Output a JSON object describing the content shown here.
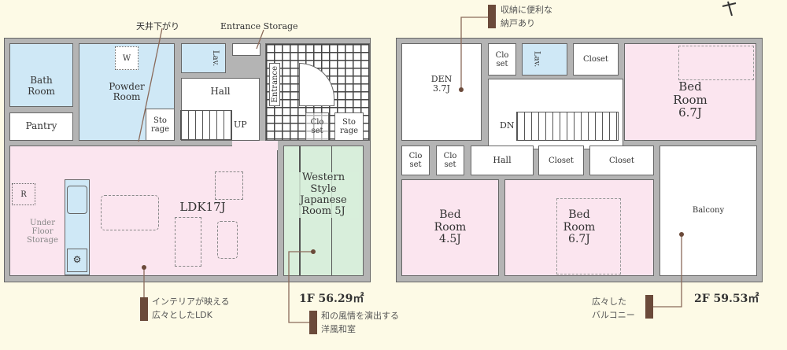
{
  "floor1": {
    "area": "1F 56.29㎡",
    "rooms": {
      "bath": "Bath Room",
      "powder": "Powder Room",
      "lav": "Lav.",
      "hall": "Hall",
      "up": "UP",
      "entrance": "Entrance",
      "closet": "Clo set",
      "storage1": "Sto rage",
      "storage2": "Sto rage",
      "pantry": "Pantry",
      "ldk": "LDK17J",
      "under_floor": "Under Floor Storage",
      "western": "Western Style Japanese Room 5J",
      "w": "W",
      "r": "R"
    },
    "labels": {
      "ceiling": "天井下がり",
      "entrance_storage": "Entrance Storage"
    },
    "notes": {
      "ldk": "インテリアが映える\n広々としたLDK",
      "japanese": "和の風情を演出する\n洋風和室"
    }
  },
  "floor2": {
    "area": "2F 59.53㎡",
    "rooms": {
      "den": "DEN 3.7J",
      "closet_a": "Clo set",
      "lav": "Lav.",
      "closet_b": "Closet",
      "bed1": "Bed Room 6.7J",
      "dn": "DN",
      "hall": "Hall",
      "closet_c": "Clo set",
      "closet_d": "Clo set",
      "closet_e": "Closet",
      "closet_f": "Closet",
      "bed2": "Bed Room 4.5J",
      "bed3": "Bed Room 6.7J",
      "balcony": "Balcony"
    },
    "notes": {
      "storage": "収納に便利な\n納戸あり",
      "balcony": "広々した\nバルコニー"
    }
  },
  "colors": {
    "wet": "#cfe8f6",
    "bedroom": "#fbe5ef",
    "japanese": "#d8eedb",
    "accent": "#6b4a3a"
  }
}
